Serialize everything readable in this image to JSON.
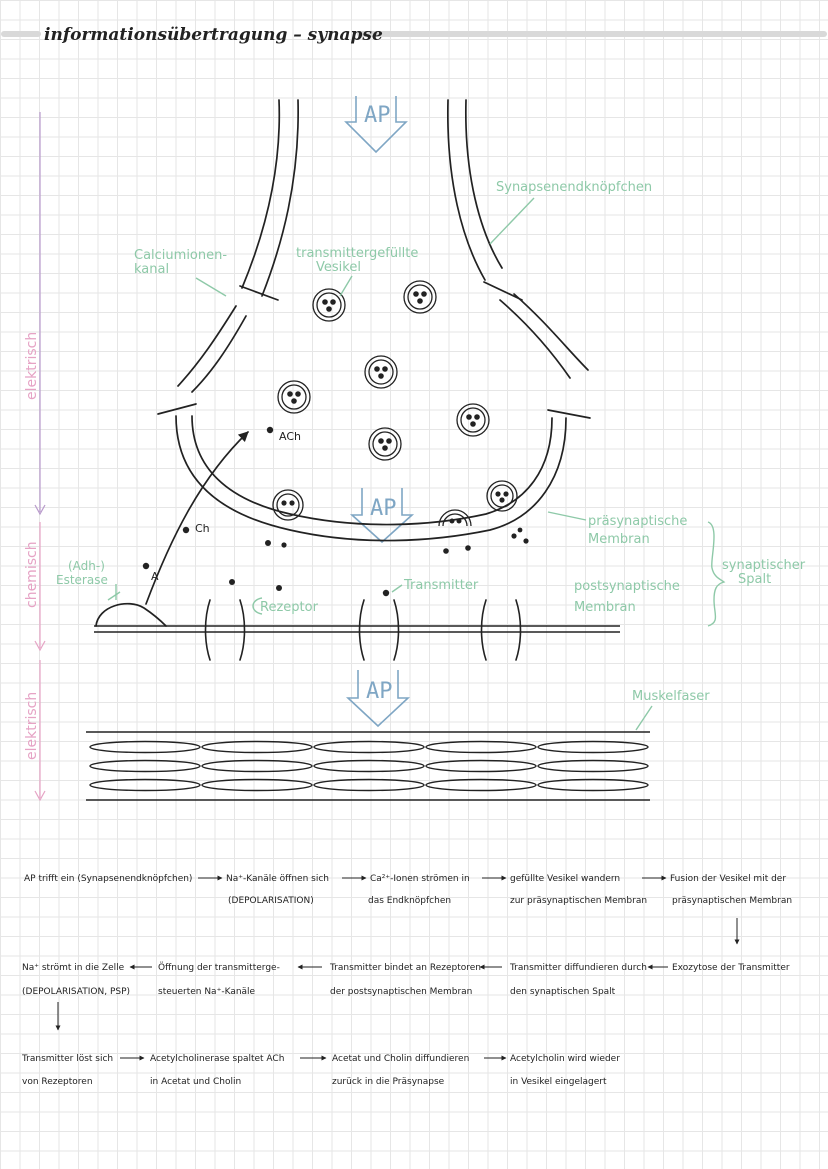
{
  "page": {
    "title": "informationsübertragung – synapse"
  },
  "colors": {
    "green": "#8ec9a8",
    "blue": "#7fa6c4",
    "pink": "#e6a3c5",
    "purple": "#b89acb"
  },
  "diagram": {
    "ap_label": "AP",
    "labels": {
      "endknoepfchen": "Synapsenendknöpfchen",
      "calcium_line1": "Calciumionen-",
      "calcium_line2": "kanal",
      "vesikel_line1": "transmittergefüllte",
      "vesikel_line2": "Vesikel",
      "praesyn_line1": "präsynaptische",
      "praesyn_line2": "Membran",
      "postsyn_line1": "postsynaptische",
      "postsyn_line2": "Membran",
      "spalt_line1": "synaptischer",
      "spalt_line2": "Spalt",
      "esterase_line1": "(Adh-)",
      "esterase_line2": "Esterase",
      "transmitter": "Transmitter",
      "rezeptor": "Rezeptor",
      "muskelfaser": "Muskelfaser",
      "ach": "ACh",
      "ch": "Ch",
      "a": "A"
    },
    "side": {
      "elektrisch_top": "elektrisch",
      "chemisch": "chemisch",
      "elektrisch_bottom": "elektrisch"
    }
  },
  "flow": {
    "row1": [
      {
        "l1": "AP trifft ein (Synapsenendknöpfchen)",
        "l2": ""
      },
      {
        "l1": "Na⁺-Kanäle öffnen sich",
        "l2": "(DEPOLARISATION)"
      },
      {
        "l1": "Ca²⁺-Ionen strömen in",
        "l2": "das Endknöpfchen"
      },
      {
        "l1": "gefüllte Vesikel wandern",
        "l2": "zur präsynaptischen Membran"
      },
      {
        "l1": "Fusion der Vesikel mit der",
        "l2": "präsynaptischen Membran"
      }
    ],
    "row2": [
      {
        "l1": "Na⁺ strömt in die Zelle",
        "l2": "(DEPOLARISATION, PSP)"
      },
      {
        "l1": "Öffnung der transmitterge-",
        "l2": "steuerten Na⁺-Kanäle"
      },
      {
        "l1": "Transmitter bindet an Rezeptoren",
        "l2": "der postsynaptischen Membran"
      },
      {
        "l1": "Transmitter diffundieren durch",
        "l2": "den synaptischen Spalt"
      },
      {
        "l1": "Exozytose der Transmitter",
        "l2": ""
      }
    ],
    "row3": [
      {
        "l1": "Transmitter löst sich",
        "l2": "von Rezeptoren"
      },
      {
        "l1": "Acetylcholinerase spaltet ACh",
        "l2": "in Acetat und Cholin"
      },
      {
        "l1": "Acetat und Cholin diffundieren",
        "l2": "zurück in die Präsynapse"
      },
      {
        "l1": "Acetylcholin wird wieder",
        "l2": "in Vesikel eingelagert"
      }
    ]
  }
}
